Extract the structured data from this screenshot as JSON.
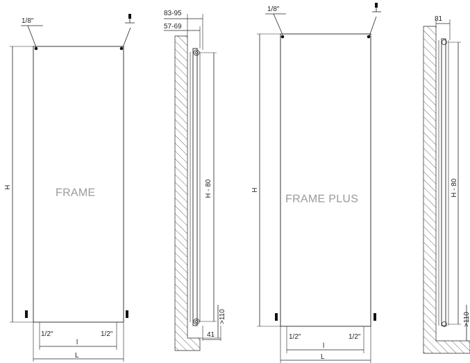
{
  "drawing": {
    "view_frame_front": {
      "model_label": "FRAME",
      "vent_label": "1/8\"",
      "height_label": "H",
      "pipe_left_label": "1/2\"",
      "pipe_right_label": "1/2\"",
      "inner_width_label": "l",
      "outer_width_label": "L"
    },
    "view_frame_side": {
      "depth_total_label": "83-95",
      "depth_wall_label": "57-69",
      "inner_height_label": "H - 80",
      "bottom_clearance_label": ">110",
      "bracket_label": "41"
    },
    "view_frame_plus_front": {
      "model_label": "FRAME PLUS",
      "vent_label": "1/8\"",
      "height_label": "H",
      "pipe_left_label": "1/2\"",
      "pipe_right_label": "1/2\"",
      "inner_width_label": "l",
      "outer_width_label": "L"
    },
    "view_frame_plus_side": {
      "depth_label": "81",
      "inner_height_label": "H - 80",
      "bottom_clearance_label": ">110"
    }
  }
}
